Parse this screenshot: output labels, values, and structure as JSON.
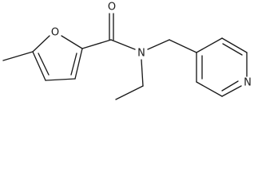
{
  "molecule": {
    "type": "skeletal-structure",
    "atoms": {
      "furan_oxygen": "O",
      "carbonyl_oxygen": "O",
      "amide_nitrogen": "N",
      "pyridine_nitrogen": "N"
    }
  }
}
